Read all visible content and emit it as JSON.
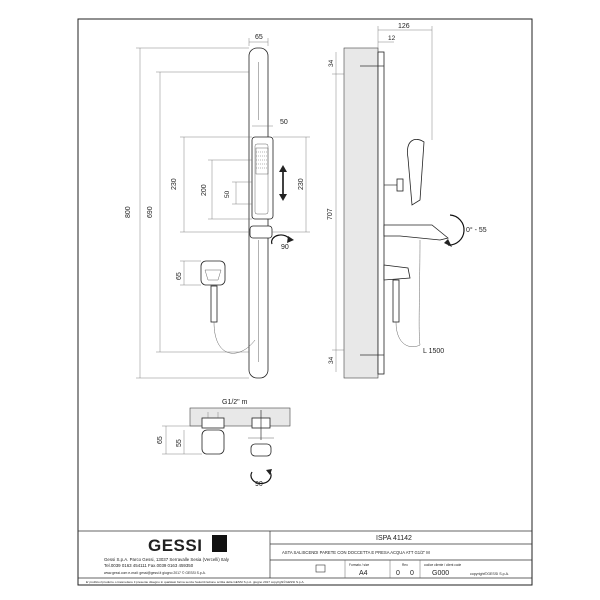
{
  "drawing": {
    "front": {
      "top_width": "65",
      "slider_width": "50",
      "total_height": "800",
      "slide_range": "690",
      "left_travel": "230",
      "mid_travel": "200",
      "right_travel": "230",
      "handle_offset": "50",
      "rotation": "90",
      "outlet_height": "65"
    },
    "side": {
      "depth": "126",
      "wall_gap": "12",
      "top_fix": "34",
      "height": "707",
      "bottom_fix": "34",
      "tilt": "0° - 55",
      "hose": "L 1500"
    },
    "plan": {
      "thread": "G1/2\" m",
      "h1": "65",
      "h2": "55",
      "rotation": "90"
    }
  },
  "title_block": {
    "logo": "GESSI",
    "company_line1": "Gessi S.p.A. Parco Gessi, 13037 Serravalle Sesia (Vercelli) Italy",
    "company_line2": "Tel.0039  0163  454111  Fax.0039  0163  459350",
    "company_line3": "www.gessi.com   e-mail: gessi@gessi.it   giugno 2017   © GESSI S.p.A.",
    "product": "ISPA  41142",
    "description": "ASTA SALISCENDI PARETE CON DOCCETTA E PRESA ACQUA ATT G1/2\" M",
    "format_label": "Formato / size",
    "format": "A4",
    "rev_label": "Rev.",
    "rev_a": "0",
    "rev_b": "0",
    "code_label": "codice cliente / client code",
    "code": "G000",
    "copyright": "copyright©GESSI S.p.A.",
    "footer": "E' proibito riprodurre o trasmettere il presente disegno in qualsiasi forma senza l'autorizzazione scritta della GESSI S.p.A.   giugno 2017   copyright©GESSI S.p.A."
  }
}
